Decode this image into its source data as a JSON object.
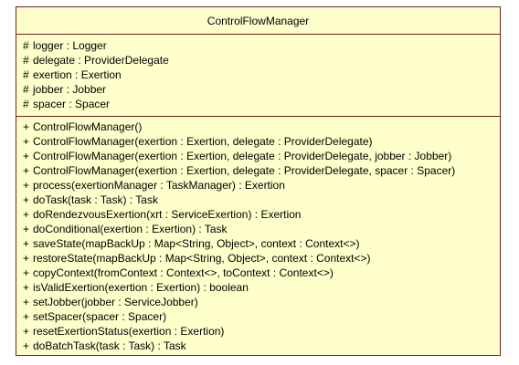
{
  "class_name": "ControlFlowManager",
  "attributes": [
    {
      "visibility": "#",
      "text": "logger : Logger"
    },
    {
      "visibility": "#",
      "text": "delegate : ProviderDelegate"
    },
    {
      "visibility": "#",
      "text": "exertion : Exertion"
    },
    {
      "visibility": "#",
      "text": "jobber : Jobber"
    },
    {
      "visibility": "#",
      "text": "spacer : Spacer"
    }
  ],
  "operations": [
    {
      "visibility": "+",
      "text": "ControlFlowManager()"
    },
    {
      "visibility": "+",
      "text": "ControlFlowManager(exertion : Exertion, delegate : ProviderDelegate)"
    },
    {
      "visibility": "+",
      "text": "ControlFlowManager(exertion : Exertion, delegate : ProviderDelegate, jobber : Jobber)"
    },
    {
      "visibility": "+",
      "text": "ControlFlowManager(exertion : Exertion, delegate : ProviderDelegate, spacer : Spacer)"
    },
    {
      "visibility": "+",
      "text": "process(exertionManager : TaskManager) : Exertion"
    },
    {
      "visibility": "+",
      "text": "doTask(task : Task) : Task"
    },
    {
      "visibility": "+",
      "text": "doRendezvousExertion(xrt : ServiceExertion) : Exertion"
    },
    {
      "visibility": "+",
      "text": "doConditional(exertion : Exertion) : Task"
    },
    {
      "visibility": "+",
      "text": "saveState(mapBackUp : Map<String, Object>, context : Context<>)"
    },
    {
      "visibility": "+",
      "text": "restoreState(mapBackUp : Map<String, Object>, context : Context<>)"
    },
    {
      "visibility": "+",
      "text": "copyContext(fromContext : Context<>, toContext : Context<>)"
    },
    {
      "visibility": "+",
      "text": "isValidExertion(exertion : Exertion) : boolean"
    },
    {
      "visibility": "+",
      "text": "setJobber(jobber : ServiceJobber)"
    },
    {
      "visibility": "+",
      "text": "setSpacer(spacer : Spacer)"
    },
    {
      "visibility": "+",
      "text": "resetExertionStatus(exertion : Exertion)"
    },
    {
      "visibility": "+",
      "text": "doBatchTask(task : Task) : Task"
    }
  ],
  "colors": {
    "fill": "#ffffcc",
    "border": "#7a1c1c",
    "text": "#000000"
  }
}
